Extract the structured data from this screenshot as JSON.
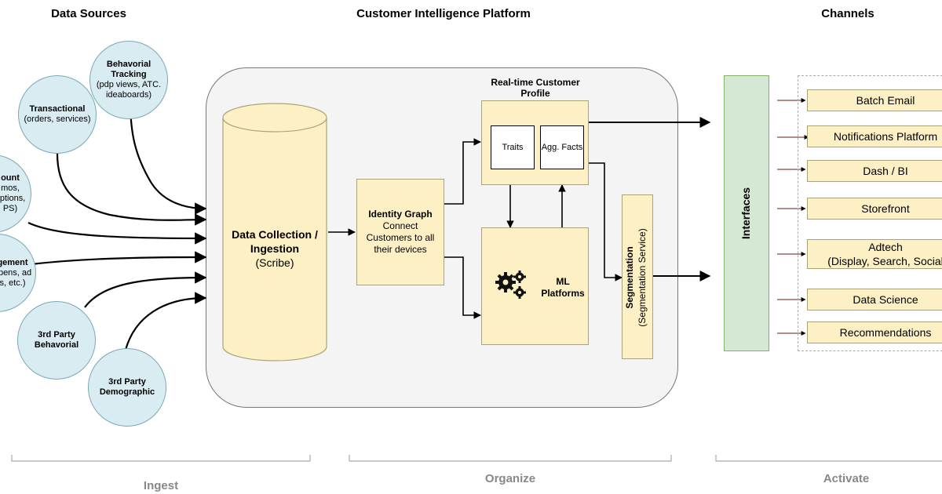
{
  "headers": {
    "data_sources": "Data Sources",
    "platform": "Customer Intelligence Platform",
    "channels": "Channels"
  },
  "sources": [
    {
      "title": "Behavorial Tracking",
      "sub": "(pdp views, ATC. ideaboards)"
    },
    {
      "title": "Transactional",
      "sub": "(orders, services)"
    },
    {
      "title": "ount",
      "sub": "mos, riptions, PS)"
    },
    {
      "title": "gement",
      "sub": "opens, ad s, etc.)"
    },
    {
      "title": "3rd Party Behavorial",
      "sub": ""
    },
    {
      "title": "3rd Party Demographic",
      "sub": ""
    }
  ],
  "platform": {
    "data_collection": {
      "title": "Data Collection / Ingestion",
      "sub": "(Scribe)"
    },
    "identity_graph": {
      "title": "Identity Graph",
      "sub": "Connect Customers to all their devices"
    },
    "profile": {
      "title": "Real-time Customer Profile",
      "traits": "Traits",
      "agg_facts": "Agg. Facts"
    },
    "ml": {
      "title": "ML Platforms",
      "icon": "gears-icon"
    },
    "segmentation": {
      "title": "Segmentation",
      "sub": "(Segmentation Service)"
    }
  },
  "interfaces": "Interfaces",
  "channels": [
    "Batch Email",
    "Notifications Platform",
    "Dash / BI",
    "Storefront",
    "Adtech\n(Display, Search, Social",
    "Data Science",
    "Recommendations"
  ],
  "phases": {
    "ingest": "Ingest",
    "organize": "Organize",
    "activate": "Activate"
  }
}
